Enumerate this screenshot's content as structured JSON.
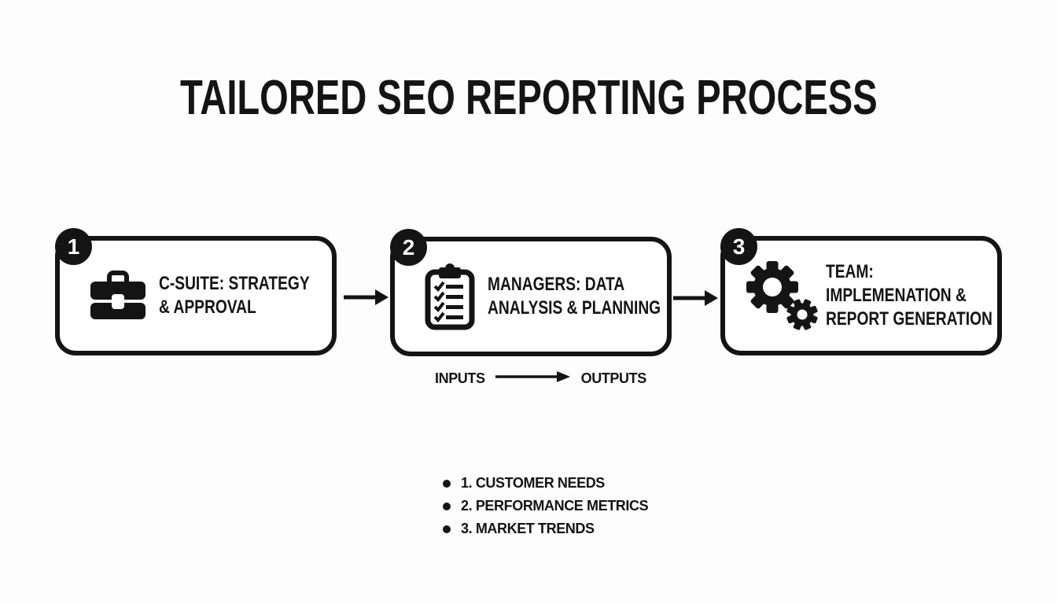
{
  "title": "TAILORED SEO REPORTING PROCESS",
  "colors": {
    "ink": "#141414",
    "background": "#fdfdfd",
    "badge_text": "#ffffff"
  },
  "steps": [
    {
      "number": "1",
      "icon": "briefcase-icon",
      "label": "C-SUITE: STRATEGY\n& APPROVAL"
    },
    {
      "number": "2",
      "icon": "clipboard-checklist-icon",
      "label": "MANAGERS: DATA\nANALYSIS & PLANNING"
    },
    {
      "number": "3",
      "icon": "gears-icon",
      "label": "TEAM:\nIMPLEMENATION &\nREPORT GENERATION"
    }
  ],
  "connectors": [
    {
      "icon": "right-arrow-icon"
    },
    {
      "icon": "right-arrow-icon"
    }
  ],
  "io_legend": {
    "left_label": "INPUTS",
    "icon": "right-arrow-icon",
    "right_label": "OUTPUTS"
  },
  "inputs_list": [
    "1. CUSTOMER NEEDS",
    "2. PERFORMANCE METRICS",
    "3. MARKET TRENDS"
  ]
}
